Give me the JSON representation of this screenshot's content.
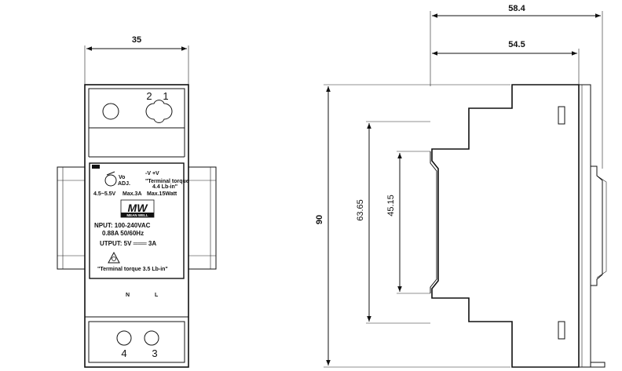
{
  "front_view": {
    "width_dim": "35",
    "terminals_top": [
      "2",
      "1"
    ],
    "terminals_bottom": [
      "4",
      "3"
    ],
    "label": {
      "led_line1": "Vo",
      "led_line2": "ADJ.",
      "polarity": "-V  +V",
      "torque_top_1": "\"Terminal torque",
      "torque_top_2": "4.4 Lb-in\"",
      "adj_range": "4.5~5.5V",
      "max_current": "Max.3A",
      "max_power": "Max.15Watt",
      "brand_logo": "MW",
      "brand_name": "MEAN WELL",
      "input_line1": "NPUT: 100-240VAC",
      "input_line2": "0.88A  50/60Hz",
      "output_line": "UTPUT:  5V ═══ 3A",
      "torque_bottom": "\"Terminal torque 3.5 Lb-in\"",
      "input_n": "N",
      "input_l": "L"
    }
  },
  "side_view": {
    "height_dim": "90",
    "depth_overall_dim": "58.4",
    "depth_body_dim": "54.5",
    "inner_height_1": "63.65",
    "inner_height_2": "45.15"
  }
}
